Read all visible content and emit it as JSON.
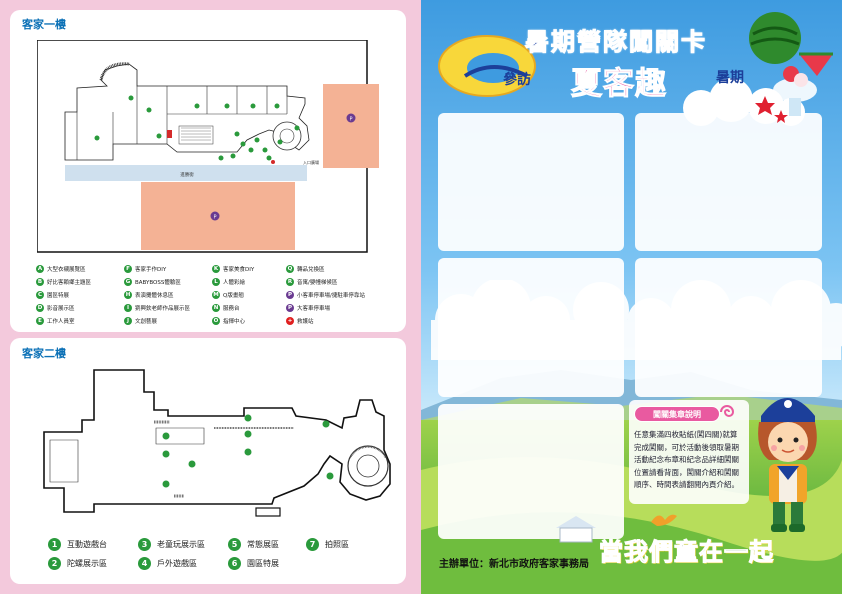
{
  "floor1": {
    "title": "客家一樓",
    "map_labels": {
      "road": "進勝街",
      "entrance": "入口廣場"
    },
    "legend": [
      [
        {
          "badge": "A",
          "text": "大型衣襯展覽區"
        },
        {
          "badge": "F",
          "text": "客家手作DIY"
        },
        {
          "badge": "K",
          "text": "客家美食DIY"
        },
        {
          "badge": "Q",
          "text": "轉品兌換區"
        }
      ],
      [
        {
          "badge": "B",
          "text": "好比客賴鄉主題區"
        },
        {
          "badge": "G",
          "text": "BABYBOSS體驗區"
        },
        {
          "badge": "L",
          "text": "人體彩繪"
        },
        {
          "badge": "R",
          "text": "音寓/嬰幢梯候區"
        }
      ],
      [
        {
          "badge": "C",
          "text": "園區特展"
        },
        {
          "badge": "H",
          "text": "表演攤體休息區"
        },
        {
          "badge": "M",
          "text": "Q版畫翹"
        },
        {
          "badge": "P",
          "text": "小客車停車場/捷駐車停靠站"
        }
      ],
      [
        {
          "badge": "D",
          "text": "影音展示區"
        },
        {
          "badge": "I",
          "text": "劉興欽老師作品展示區"
        },
        {
          "badge": "N",
          "text": "服務台"
        },
        {
          "badge": "P",
          "text": "大客車停車場"
        }
      ],
      [
        {
          "badge": "E",
          "text": "工作人員室"
        },
        {
          "badge": "J",
          "text": "文創藝展"
        },
        {
          "badge": "O",
          "text": "指揮中心"
        },
        {
          "badge": "+",
          "text": "救護站"
        }
      ]
    ]
  },
  "floor2": {
    "title": "客家二樓",
    "legend": [
      [
        {
          "badge": "1",
          "text": "互動遊戲台"
        },
        {
          "badge": "3",
          "text": "老童玩展示區"
        },
        {
          "badge": "5",
          "text": "常態展區"
        },
        {
          "badge": "7",
          "text": "拍照區"
        }
      ],
      [
        {
          "badge": "2",
          "text": "陀螺展示區"
        },
        {
          "badge": "4",
          "text": "戶外遊戲區"
        },
        {
          "badge": "6",
          "text": "園區特展"
        }
      ]
    ]
  },
  "card": {
    "title_main": "暑期營隊闖關卡",
    "title_visit": "參訪",
    "title_sub": "夏客趣",
    "title_summer": "暑期",
    "explain_title": "闖關集章說明",
    "explain_text": "任意集滿四枚貼紙(闖四關)就算完成闖關，可於活動後領取暑期活動紀念布章和紀念品詳細闖關位置請看背面，闖關介紹和闖關順序、時間表請翻閱內頁介紹。",
    "organizer": "主辦單位：新北市政府客家事務局",
    "slogan": "當我們童在一起"
  },
  "colors": {
    "green_badge": "#2a9a3c",
    "purple_badge": "#6a3b91",
    "title_blue": "#0a70b6",
    "pink": "#e95aa0"
  }
}
